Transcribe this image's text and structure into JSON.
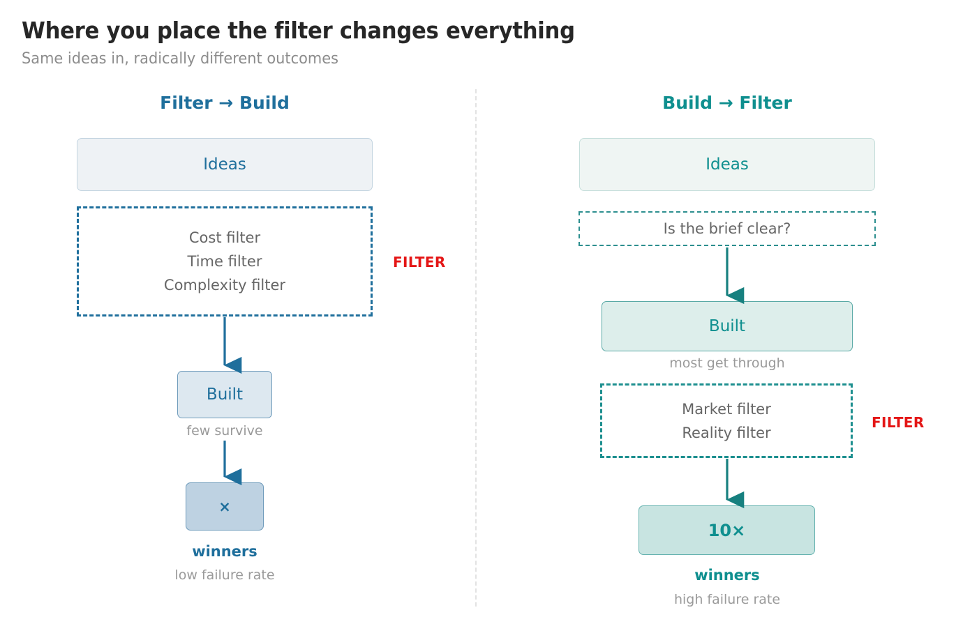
{
  "header": {
    "title": "Where you place the filter changes everything",
    "subtitle": "Same ideas in, radically different outcomes"
  },
  "colors": {
    "left_accent": "#1f6f9c",
    "right_accent": "#0f8f8f",
    "filter_tag": "#e41616",
    "title": "#262626",
    "subtitle": "#8c8c8c",
    "caption": "#9a9a9a",
    "divider": "#e2e2e2"
  },
  "columns": [
    {
      "id": "filter-build",
      "heading": "Filter → Build",
      "accent": "#1f6f9c",
      "nodes": {
        "ideas": "Ideas",
        "filter_lines": [
          "Cost filter",
          "Time filter",
          "Complexity filter"
        ],
        "filter_tag": "FILTER",
        "built": "Built",
        "built_caption": "few survive",
        "winners_value": "×",
        "winners_label": "winners",
        "winners_caption": "low failure rate"
      }
    },
    {
      "id": "build-filter",
      "heading": "Build → Filter",
      "accent": "#0f8f8f",
      "nodes": {
        "ideas": "Ideas",
        "gate_line": "Is the brief clear?",
        "filter_lines": [
          "Market filter",
          "Reality filter"
        ],
        "filter_tag": "FILTER",
        "built": "Built",
        "built_caption": "most get through",
        "winners_value": "10×",
        "winners_label": "winners",
        "winners_caption": "high failure rate"
      }
    }
  ]
}
